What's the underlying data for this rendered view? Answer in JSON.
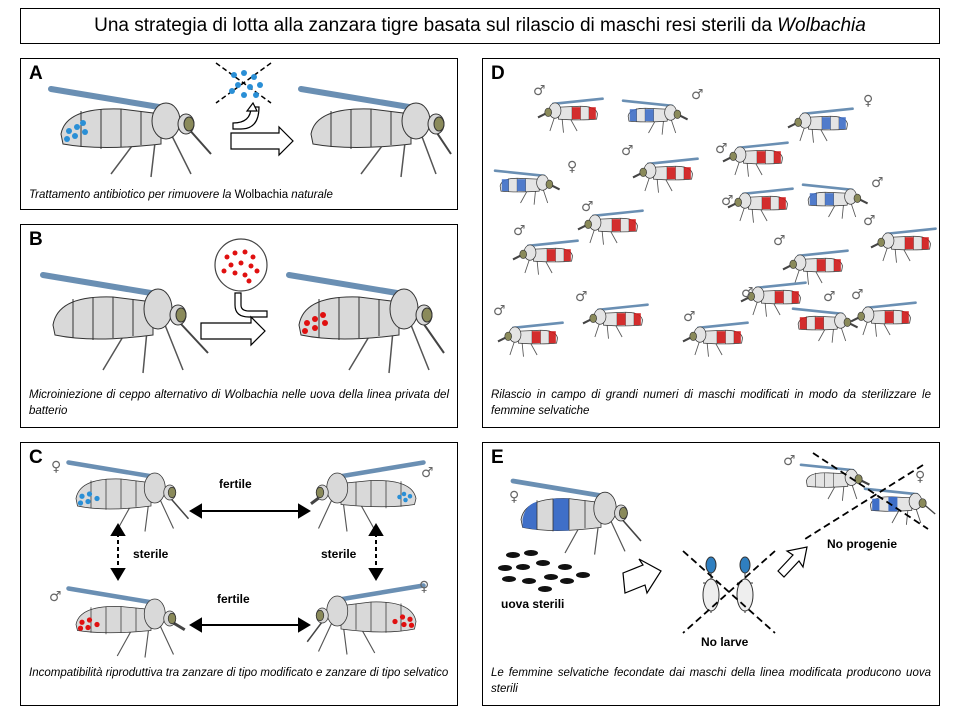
{
  "title": {
    "main": "Una strategia di lotta alla zanzara tigre basata sul rilascio di maschi resi sterili da",
    "italic": "Wolbachia"
  },
  "panels": {
    "A": {
      "letter": "A",
      "caption_pre": "Trattamento antibiotico per rimuovere la ",
      "caption_word": "Wolbachia",
      "caption_post": " naturale"
    },
    "B": {
      "letter": "B",
      "caption": "Microiniezione di ceppo alternativo di Wolbachia nelle uova della linea privata del batterio"
    },
    "C": {
      "letter": "C",
      "fertile_top": "fertile",
      "fertile_bottom": "fertile",
      "sterile_left": "sterile",
      "sterile_right": "sterile",
      "caption": "Incompatibilità riproduttiva tra zanzare di tipo modificato e zanzare di tipo selvatico"
    },
    "D": {
      "letter": "D",
      "caption": "Rilascio in campo di grandi numeri di maschi modificati in modo da sterilizzare le femmine selvatiche"
    },
    "E": {
      "letter": "E",
      "label_eggs": "uova sterili",
      "label_larvae": "No larve",
      "label_progeny": "No progenie",
      "caption": "Le femmine selvatiche fecondate dai maschi della linea modificata producono uova sterili"
    }
  },
  "symbols": {
    "male": "♂",
    "female": "♀"
  },
  "colors": {
    "wild_bacteria": "#2a8fd6",
    "modified_bacteria": "#e01010",
    "wild_stripe": "#3f6fc8",
    "modified_stripe": "#d01818"
  }
}
